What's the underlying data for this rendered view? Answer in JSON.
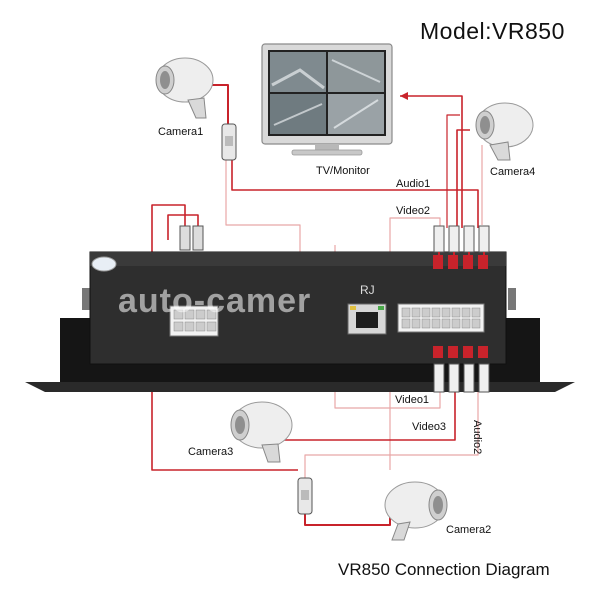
{
  "title": "Model:VR850",
  "caption": "VR850 Connection Diagram",
  "watermark": "auto-camer",
  "monitor_label": "TV/Monitor",
  "rj_label": "RJ",
  "cameras": {
    "camera1": "Camera1",
    "camera2": "Camera2",
    "camera3": "Camera3",
    "camera4": "Camera4"
  },
  "signals": {
    "audio1": "Audio1",
    "audio2": "Audio2",
    "video1": "Video1",
    "video2": "Video2",
    "video3": "Video3"
  },
  "colors": {
    "wire_red": "#c8232b",
    "wire_pink": "#e8a6a6",
    "device_body": "#2e2e2e",
    "device_plate": "#1c1c1c"
  }
}
